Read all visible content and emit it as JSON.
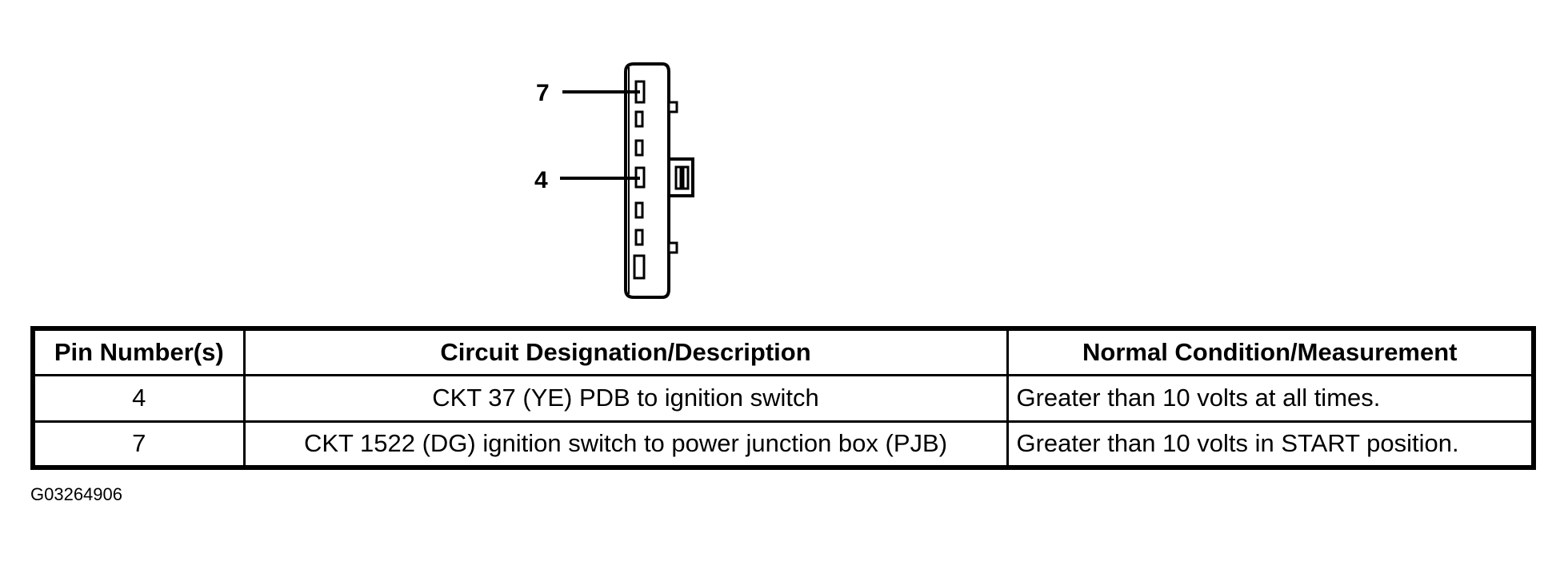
{
  "connector": {
    "callouts": [
      {
        "pin": "7"
      },
      {
        "pin": "4"
      }
    ]
  },
  "table": {
    "headers": {
      "pin": "Pin Number(s)",
      "circuit": "Circuit Designation/Description",
      "measurement": "Normal Condition/Measurement"
    },
    "rows": [
      {
        "pin": "4",
        "circuit": "CKT 37 (YE) PDB to ignition switch",
        "measurement": "Greater than 10 volts at all times."
      },
      {
        "pin": "7",
        "circuit": "CKT 1522 (DG) ignition switch to power junction box (PJB)",
        "measurement": "Greater than 10 volts in START position."
      }
    ]
  },
  "figure_id": "G03264906"
}
